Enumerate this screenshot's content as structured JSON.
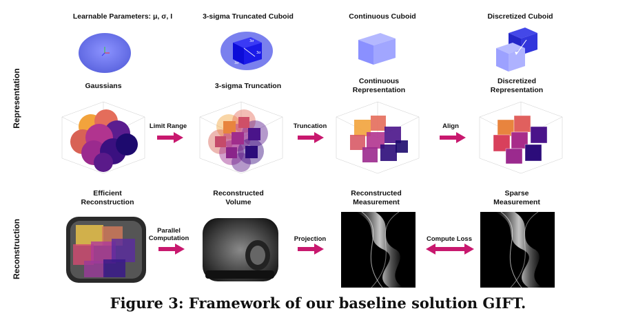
{
  "top_row": {
    "learnable_params": "Learnable Parameters: μ, σ, I",
    "truncated_cuboid": "3-sigma Truncated Cuboid",
    "continuous_cuboid": "Continuous Cuboid",
    "discretized_cuboid": "Discretized Cuboid"
  },
  "representation": {
    "row_label": "Representation",
    "gaussians": "Gaussians",
    "truncation": "3-sigma Truncation",
    "continuous_line1": "Continuous",
    "continuous_line2": "Representation",
    "discretized_line1": "Discretized",
    "discretized_line2": "Representation",
    "arrow1": "Limit Range",
    "arrow2": "Truncation",
    "arrow3": "Align"
  },
  "reconstruction": {
    "row_label": "Reconstruction",
    "efficient_line1": "Efficient",
    "efficient_line2": "Reconstruction",
    "volume_line1": "Reconstructed",
    "volume_line2": "Volume",
    "measurement_line1": "Reconstructed",
    "measurement_line2": "Measurement",
    "sparse_line1": "Sparse",
    "sparse_line2": "Measurement",
    "arrow1_line1": "Parallel",
    "arrow1_line2": "Computation",
    "arrow2": "Projection",
    "arrow3": "Compute Loss"
  },
  "caption": "Figure 3: Framework of our baseline solution GIFT.",
  "colors": {
    "arrow": "#c8186e",
    "ellipse": "#6f78f0",
    "cuboid_blue": "#1010e0",
    "light_cuboid": "#9fa4ff"
  }
}
